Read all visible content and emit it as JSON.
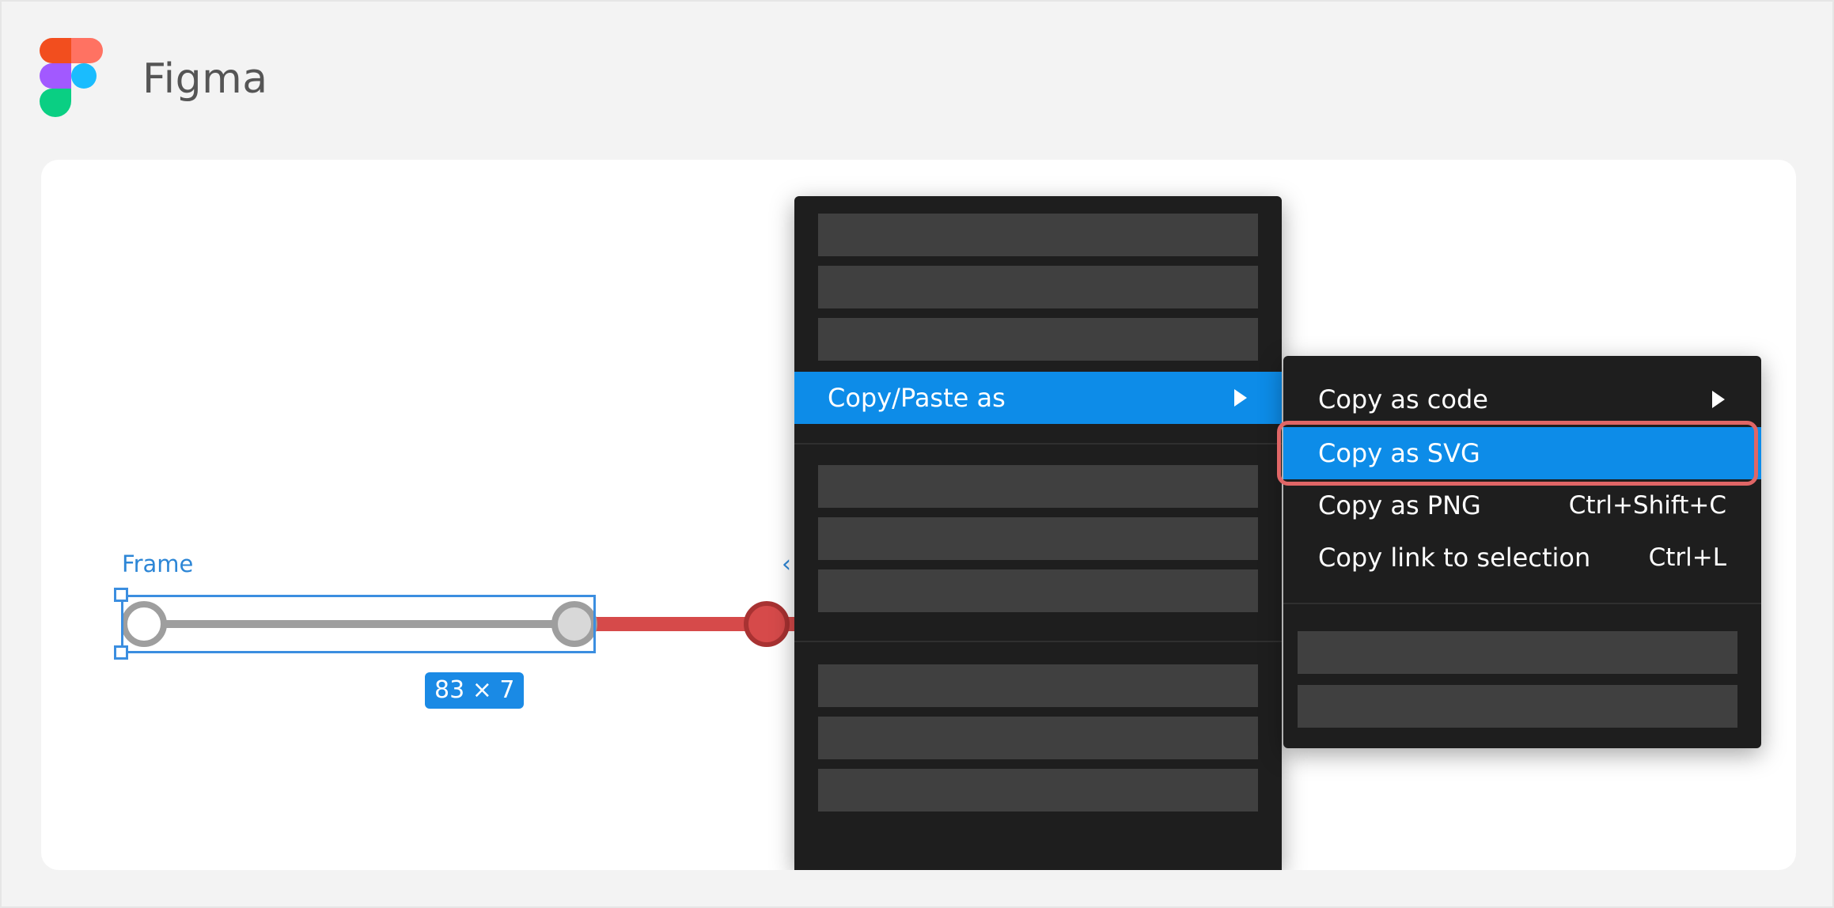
{
  "app": {
    "title": "Figma",
    "logo_icon": "figma-logo-icon",
    "logo_colors": [
      "#f24e1e",
      "#ff7262",
      "#a259ff",
      "#1abcfe",
      "#0acf83"
    ]
  },
  "canvas": {
    "frame_label": "Frame",
    "size_badge": "83 × 7",
    "chevron_glyph": "‹",
    "selection_color": "#3b8ee0",
    "slider": {
      "track_color": "#9e9e9e",
      "fill_color": "#d64a4a"
    }
  },
  "context_menu": {
    "items": [
      {
        "label": "Copy/Paste as",
        "active": true,
        "has_submenu": true
      }
    ],
    "active_color": "#0d8ce8"
  },
  "submenu": {
    "items": [
      {
        "label": "Copy as code",
        "shortcut": "",
        "has_submenu": true,
        "active": false
      },
      {
        "label": "Copy as SVG",
        "shortcut": "",
        "has_submenu": false,
        "active": true,
        "highlighted": true
      },
      {
        "label": "Copy as PNG",
        "shortcut": "Ctrl+Shift+C",
        "has_submenu": false,
        "active": false
      },
      {
        "label": "Copy link to selection",
        "shortcut": "Ctrl+L",
        "has_submenu": false,
        "active": false
      }
    ],
    "highlight_ring_color": "#e06666"
  }
}
